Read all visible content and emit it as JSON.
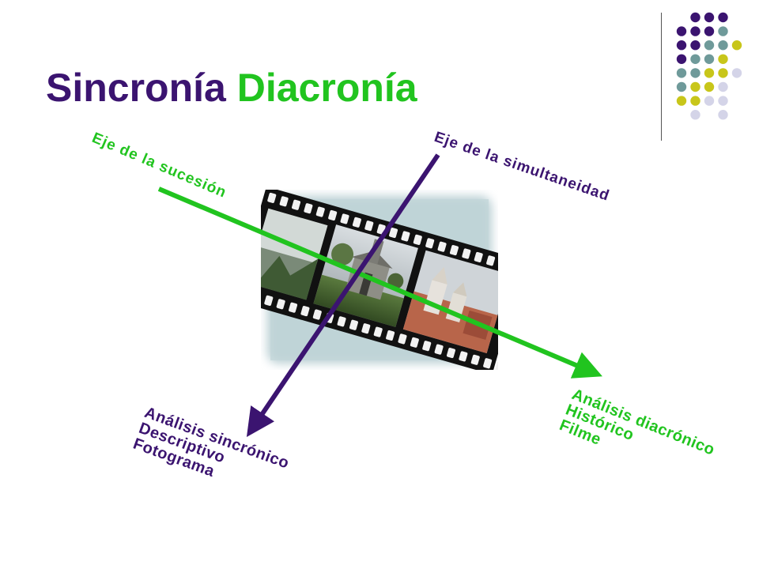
{
  "title": {
    "word1": "Sincronía",
    "word2": "Diacronía"
  },
  "colors": {
    "purple": "#3b1470",
    "green": "#21c41f",
    "teal": "#6f9a9a",
    "olive": "#c8c61a",
    "lavender": "#d4d4e8"
  },
  "axes": {
    "sucesion_label": "Eje de la sucesión",
    "simultaneidad_label": "Eje de la simultaneidad"
  },
  "diacronico": {
    "lines": [
      "Análisis diacrónico",
      "Histórico",
      "Filme"
    ]
  },
  "sincronico": {
    "lines": [
      "Análisis sincrónico",
      "Descriptivo",
      "Fotograma"
    ]
  },
  "image": {
    "subject": "film-strip-photo"
  }
}
